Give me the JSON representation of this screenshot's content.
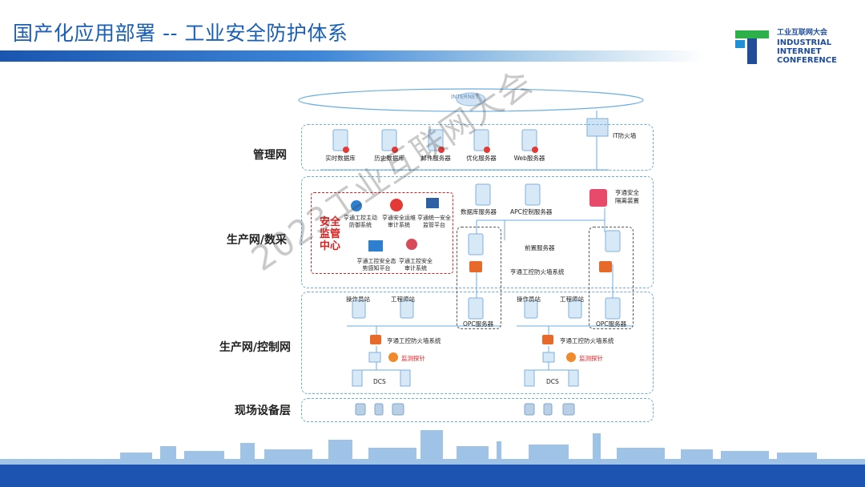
{
  "header": {
    "title": "国产化应用部署 -- 工业安全防护体系",
    "logo": {
      "cn": "工业互联网大会",
      "en1": "INDUSTRIAL",
      "en2": "INTERNET",
      "en3": "CONFERENCE"
    }
  },
  "diagram": {
    "internet_label": "INTERNET",
    "zones": {
      "mgmt": "管理网",
      "production_data": "生产网/数采",
      "production_control": "生产网/控制网",
      "field": "现场设备层"
    },
    "mgmt_servers": [
      "实时数据库",
      "历史数据库",
      "邮件服务器",
      "优化服务器",
      "Web服务器"
    ],
    "it_firewall": "IT防火墙",
    "soc": {
      "title_line1": "安全",
      "title_line2": "监管",
      "title_line3": "中心",
      "items": [
        "亨通工控主动防御系统",
        "亨通安全运维审计系统",
        "亨通统一安全监管平台",
        "亨通工控安全态势感知平台",
        "亨通工控安全审计系统"
      ]
    },
    "data_servers": [
      "数据库服务器",
      "APC控制服务器"
    ],
    "isolation_device": "亨通安全隔离装置",
    "front_server": "前置服务器",
    "firewall_system": "亨通工控防火墙系统",
    "ops_station": "操作员站",
    "eng_station": "工程师站",
    "opc_server": "OPC服务器",
    "monitor_probe": "监测探针",
    "dcs": "DCS"
  },
  "watermark": "2023工业互联网大会",
  "colors": {
    "title_blue": "#1a5fb4",
    "zone_dash": "#6aaee0",
    "soc_red": "#e02020",
    "footer_blue": "#1d53b1"
  }
}
